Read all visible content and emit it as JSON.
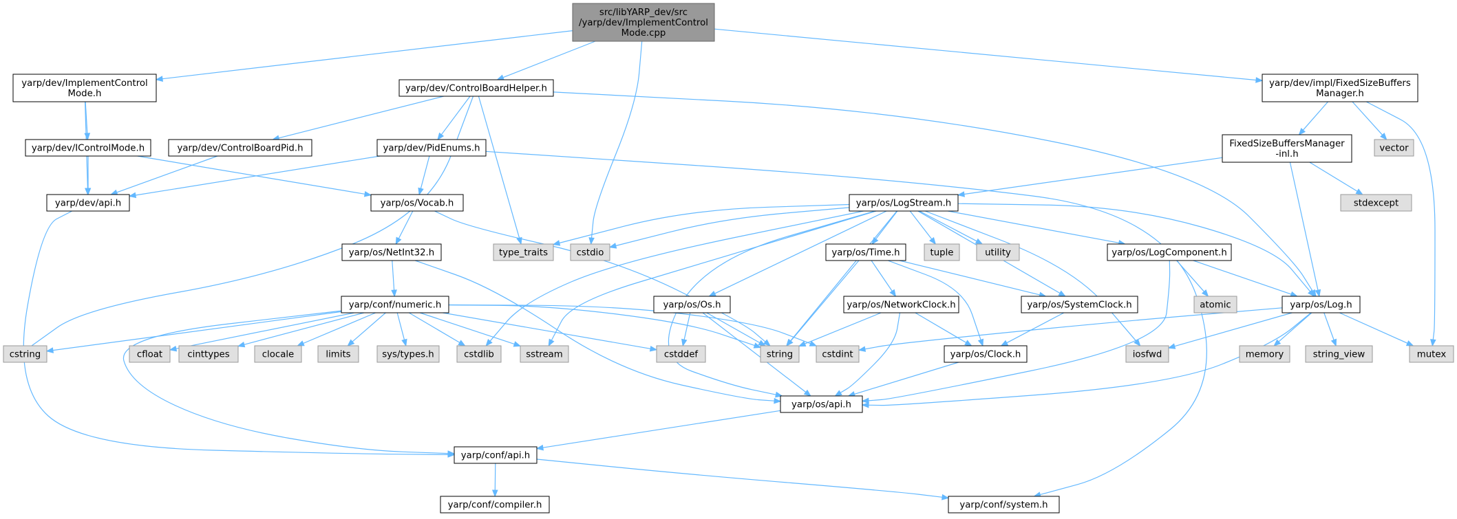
{
  "colors": {
    "edge": "#63b8ff",
    "root_fill": "#999999",
    "root_stroke": "#666666",
    "node_fill": "#ffffff",
    "node_stroke": "#000000",
    "system_fill": "#e0e0e0",
    "system_stroke": "#999999"
  },
  "nodes": [
    {
      "id": "root",
      "lines": [
        "src/libYARP_dev/src",
        "/yarp/dev/ImplementControl",
        "Mode.cpp"
      ],
      "kind": "root"
    },
    {
      "id": "icm_h",
      "lines": [
        "yarp/dev/ImplementControl",
        "Mode.h"
      ],
      "kind": "file"
    },
    {
      "id": "cbh",
      "lines": [
        "yarp/dev/ControlBoardHelper.h"
      ],
      "kind": "file"
    },
    {
      "id": "fsbm",
      "lines": [
        "yarp/dev/impl/FixedSizeBuffers",
        "Manager.h"
      ],
      "kind": "file"
    },
    {
      "id": "icontrolmode",
      "lines": [
        "yarp/dev/IControlMode.h"
      ],
      "kind": "file"
    },
    {
      "id": "cbpid",
      "lines": [
        "yarp/dev/ControlBoardPid.h"
      ],
      "kind": "file"
    },
    {
      "id": "pidenums",
      "lines": [
        "yarp/dev/PidEnums.h"
      ],
      "kind": "file"
    },
    {
      "id": "fsbm_inl",
      "lines": [
        "FixedSizeBuffersManager",
        "-inl.h"
      ],
      "kind": "file"
    },
    {
      "id": "vector",
      "lines": [
        "vector"
      ],
      "kind": "system"
    },
    {
      "id": "devapi",
      "lines": [
        "yarp/dev/api.h"
      ],
      "kind": "file"
    },
    {
      "id": "vocab",
      "lines": [
        "yarp/os/Vocab.h"
      ],
      "kind": "file"
    },
    {
      "id": "logstream",
      "lines": [
        "yarp/os/LogStream.h"
      ],
      "kind": "file"
    },
    {
      "id": "stdexcept",
      "lines": [
        "stdexcept"
      ],
      "kind": "system"
    },
    {
      "id": "netint32",
      "lines": [
        "yarp/os/NetInt32.h"
      ],
      "kind": "file"
    },
    {
      "id": "type_traits",
      "lines": [
        "type_traits"
      ],
      "kind": "system"
    },
    {
      "id": "cstdio",
      "lines": [
        "cstdio"
      ],
      "kind": "system"
    },
    {
      "id": "ostime",
      "lines": [
        "yarp/os/Time.h"
      ],
      "kind": "file"
    },
    {
      "id": "tuple",
      "lines": [
        "tuple"
      ],
      "kind": "system"
    },
    {
      "id": "utility",
      "lines": [
        "utility"
      ],
      "kind": "system"
    },
    {
      "id": "logcomponent",
      "lines": [
        "yarp/os/LogComponent.h"
      ],
      "kind": "file"
    },
    {
      "id": "numeric",
      "lines": [
        "yarp/conf/numeric.h"
      ],
      "kind": "file"
    },
    {
      "id": "osos",
      "lines": [
        "yarp/os/Os.h"
      ],
      "kind": "file"
    },
    {
      "id": "netclock",
      "lines": [
        "yarp/os/NetworkClock.h"
      ],
      "kind": "file"
    },
    {
      "id": "sysclock",
      "lines": [
        "yarp/os/SystemClock.h"
      ],
      "kind": "file"
    },
    {
      "id": "atomic",
      "lines": [
        "atomic"
      ],
      "kind": "system"
    },
    {
      "id": "oslog",
      "lines": [
        "yarp/os/Log.h"
      ],
      "kind": "file"
    },
    {
      "id": "cstring",
      "lines": [
        "cstring"
      ],
      "kind": "system"
    },
    {
      "id": "cfloat",
      "lines": [
        "cfloat"
      ],
      "kind": "system"
    },
    {
      "id": "cinttypes",
      "lines": [
        "cinttypes"
      ],
      "kind": "system"
    },
    {
      "id": "clocale",
      "lines": [
        "clocale"
      ],
      "kind": "system"
    },
    {
      "id": "limits",
      "lines": [
        "limits"
      ],
      "kind": "system"
    },
    {
      "id": "systypes",
      "lines": [
        "sys/types.h"
      ],
      "kind": "system"
    },
    {
      "id": "cstdlib",
      "lines": [
        "cstdlib"
      ],
      "kind": "system"
    },
    {
      "id": "sstream",
      "lines": [
        "sstream"
      ],
      "kind": "system"
    },
    {
      "id": "cstddef",
      "lines": [
        "cstddef"
      ],
      "kind": "system"
    },
    {
      "id": "string",
      "lines": [
        "string"
      ],
      "kind": "system"
    },
    {
      "id": "cstdint",
      "lines": [
        "cstdint"
      ],
      "kind": "system"
    },
    {
      "id": "osclock",
      "lines": [
        "yarp/os/Clock.h"
      ],
      "kind": "file"
    },
    {
      "id": "iosfwd",
      "lines": [
        "iosfwd"
      ],
      "kind": "system"
    },
    {
      "id": "memory",
      "lines": [
        "memory"
      ],
      "kind": "system"
    },
    {
      "id": "string_view",
      "lines": [
        "string_view"
      ],
      "kind": "system"
    },
    {
      "id": "mutex",
      "lines": [
        "mutex"
      ],
      "kind": "system"
    },
    {
      "id": "osapi",
      "lines": [
        "yarp/os/api.h"
      ],
      "kind": "file"
    },
    {
      "id": "confapi",
      "lines": [
        "yarp/conf/api.h"
      ],
      "kind": "file"
    },
    {
      "id": "compiler",
      "lines": [
        "yarp/conf/compiler.h"
      ],
      "kind": "file"
    },
    {
      "id": "system",
      "lines": [
        "yarp/conf/system.h"
      ],
      "kind": "file"
    }
  ],
  "edges": [
    [
      "root",
      "icm_h"
    ],
    [
      "root",
      "cbh"
    ],
    [
      "root",
      "cstdio"
    ],
    [
      "root",
      "fsbm"
    ],
    [
      "icm_h",
      "icontrolmode"
    ],
    [
      "icm_h",
      "devapi"
    ],
    [
      "icontrolmode",
      "devapi"
    ],
    [
      "icontrolmode",
      "vocab"
    ],
    [
      "cbh",
      "cbpid"
    ],
    [
      "cbh",
      "pidenums"
    ],
    [
      "cbh",
      "type_traits"
    ],
    [
      "cbh",
      "cstring"
    ],
    [
      "cbh",
      "oslog"
    ],
    [
      "cbpid",
      "devapi"
    ],
    [
      "pidenums",
      "devapi"
    ],
    [
      "pidenums",
      "vocab"
    ],
    [
      "pidenums",
      "system"
    ],
    [
      "devapi",
      "confapi"
    ],
    [
      "vocab",
      "netint32"
    ],
    [
      "vocab",
      "string"
    ],
    [
      "netint32",
      "numeric"
    ],
    [
      "netint32",
      "osapi"
    ],
    [
      "numeric",
      "cstring"
    ],
    [
      "numeric",
      "cfloat"
    ],
    [
      "numeric",
      "cinttypes"
    ],
    [
      "numeric",
      "clocale"
    ],
    [
      "numeric",
      "limits"
    ],
    [
      "numeric",
      "systypes"
    ],
    [
      "numeric",
      "cstdlib"
    ],
    [
      "numeric",
      "sstream"
    ],
    [
      "numeric",
      "cstddef"
    ],
    [
      "numeric",
      "string"
    ],
    [
      "numeric",
      "cstdint"
    ],
    [
      "numeric",
      "confapi"
    ],
    [
      "fsbm",
      "fsbm_inl"
    ],
    [
      "fsbm",
      "vector"
    ],
    [
      "fsbm",
      "mutex"
    ],
    [
      "fsbm_inl",
      "logstream"
    ],
    [
      "fsbm_inl",
      "oslog"
    ],
    [
      "fsbm_inl",
      "stdexcept"
    ],
    [
      "logstream",
      "type_traits"
    ],
    [
      "logstream",
      "cstdio"
    ],
    [
      "logstream",
      "cstdlib"
    ],
    [
      "logstream",
      "sstream"
    ],
    [
      "logstream",
      "osos"
    ],
    [
      "logstream",
      "ostime"
    ],
    [
      "logstream",
      "string"
    ],
    [
      "logstream",
      "tuple"
    ],
    [
      "logstream",
      "utility"
    ],
    [
      "logstream",
      "sysclock"
    ],
    [
      "logstream",
      "logcomponent"
    ],
    [
      "logstream",
      "iosfwd"
    ],
    [
      "logstream",
      "oslog"
    ],
    [
      "logstream",
      "osapi"
    ],
    [
      "ostime",
      "netclock"
    ],
    [
      "ostime",
      "string"
    ],
    [
      "ostime",
      "sysclock"
    ],
    [
      "ostime",
      "osclock"
    ],
    [
      "osos",
      "cstddef"
    ],
    [
      "osos",
      "string"
    ],
    [
      "osos",
      "osapi"
    ],
    [
      "netclock",
      "string"
    ],
    [
      "netclock",
      "osclock"
    ],
    [
      "netclock",
      "osapi"
    ],
    [
      "sysclock",
      "osclock"
    ],
    [
      "logcomponent",
      "atomic"
    ],
    [
      "logcomponent",
      "oslog"
    ],
    [
      "logcomponent",
      "osapi"
    ],
    [
      "oslog",
      "cstdint"
    ],
    [
      "oslog",
      "iosfwd"
    ],
    [
      "oslog",
      "memory"
    ],
    [
      "oslog",
      "string_view"
    ],
    [
      "oslog",
      "mutex"
    ],
    [
      "oslog",
      "osapi"
    ],
    [
      "osclock",
      "osapi"
    ],
    [
      "osapi",
      "confapi"
    ],
    [
      "confapi",
      "compiler"
    ],
    [
      "confapi",
      "system"
    ]
  ]
}
